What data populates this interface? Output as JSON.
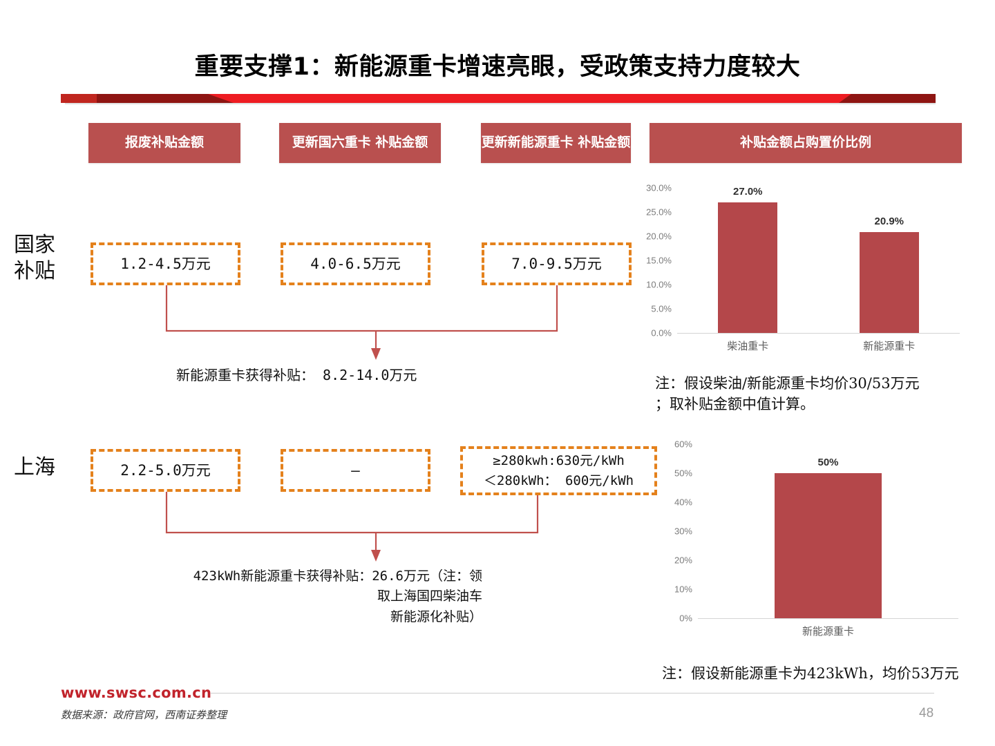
{
  "slide": {
    "title": "重要支撑1：新能源重卡增速亮眼，受政策支持力度较大",
    "page_number": "48",
    "accent_red": "#ee1c22",
    "dark_red": "#8e1512",
    "box_red": "#b9504f",
    "bar_red": "#b4474a",
    "dashed_orange": "#e4811c"
  },
  "column_headers": [
    {
      "label": "报废补贴金额"
    },
    {
      "label": "更新国六重卡\n补贴金额"
    },
    {
      "label": "更新新能源重卡\n补贴金额"
    },
    {
      "label": "补贴金额占购置价比例"
    }
  ],
  "rows": [
    {
      "label": "国家\n补贴",
      "values": [
        "1.2-4.5万元",
        "4.0-6.5万元",
        "7.0-9.5万元"
      ],
      "summary": "新能源重卡获得补贴： 8.2-14.0万元"
    },
    {
      "label": "上海",
      "values": [
        "2.2-5.0万元",
        "–",
        "≥280kwh:630元/kWh\n＜280kWh： 600元/kWh"
      ],
      "summary": "423kWh新能源重卡获得补贴：26.6万元（注：领\n取上海国四柴油车\n新能源化补贴）"
    }
  ],
  "notes": [
    "注：假设柴油/新能源重卡均价30/53万元\n；取补贴金额中值计算。",
    "注：假设新能源重卡为423kWh，均价53万元"
  ],
  "footer": {
    "url": "www.swsc.com.cn",
    "source": "数据来源：政府官网，西南证券整理"
  },
  "chart_data": [
    {
      "type": "bar",
      "title": "补贴金额占购置价比例",
      "categories": [
        "柴油重卡",
        "新能源重卡"
      ],
      "values": [
        27.0,
        20.9
      ],
      "data_labels": [
        "27.0%",
        "20.9%"
      ],
      "ylim": [
        0,
        30
      ],
      "yticks": [
        0,
        5,
        10,
        15,
        20,
        25,
        30
      ],
      "ytick_labels": [
        "0.0%",
        "5.0%",
        "10.0%",
        "15.0%",
        "20.0%",
        "25.0%",
        "30.0%"
      ],
      "xlabel": "",
      "ylabel": "",
      "grid": false,
      "legend": "none",
      "series_color": "#b4474a"
    },
    {
      "type": "bar",
      "title": "补贴金额占购置价比例",
      "categories": [
        "新能源重卡"
      ],
      "values": [
        50
      ],
      "data_labels": [
        "50%"
      ],
      "ylim": [
        0,
        60
      ],
      "yticks": [
        0,
        10,
        20,
        30,
        40,
        50,
        60
      ],
      "ytick_labels": [
        "0%",
        "10%",
        "20%",
        "30%",
        "40%",
        "50%",
        "60%"
      ],
      "xlabel": "",
      "ylabel": "",
      "grid": false,
      "legend": "none",
      "series_color": "#b4474a"
    }
  ]
}
